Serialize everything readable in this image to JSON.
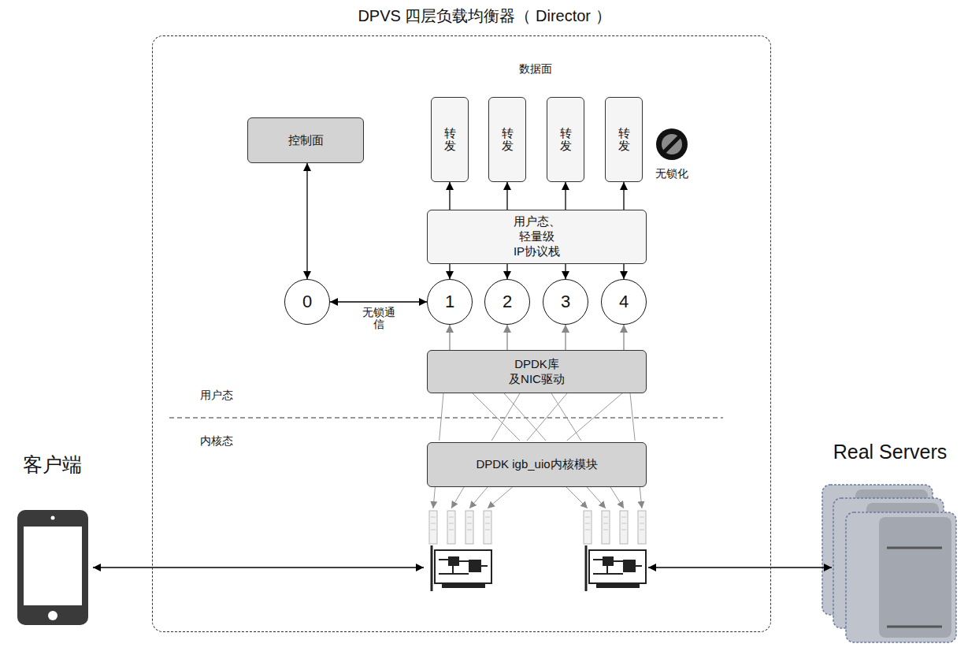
{
  "diagram": {
    "nodes": [
      {
        "text": [
          "DPVS 四层负载均衡器（ Director ）"
        ]
      },
      {
        "text": [
          "控制面"
        ],
        "in": 0
      },
      {
        "text": [
          "转发"
        ],
        "in": 0
      },
      {
        "text": [
          "转发"
        ],
        "in": 0
      },
      {
        "text": [
          "转发"
        ],
        "in": 0
      },
      {
        "text": [
          "转发"
        ],
        "in": 0
      },
      {
        "text": [
          "用户态、轻量级 IP协议栈"
        ],
        "in": 0
      },
      {
        "text": [
          "0"
        ],
        "in": 0
      },
      {
        "text": [
          "1"
        ],
        "in": 0
      },
      {
        "text": [
          "2"
        ],
        "in": 0
      },
      {
        "text": [
          "3"
        ],
        "in": 0
      },
      {
        "text": [
          "4"
        ],
        "in": 0
      },
      {
        "text": [
          "DPDK库 及NIC驱动"
        ],
        "in": 0
      },
      {
        "text": [
          "DPDK igb_uio内核模块"
        ],
        "in": 0
      }
    ],
    "edges": [
      {
        "from": 1,
        "to": 7,
        "arrow": "both"
      },
      {
        "from": 7,
        "to": 8,
        "label": "无锁通信",
        "arrow": "both"
      },
      {
        "from": 6,
        "to": 2,
        "arrow": "to"
      },
      {
        "from": 6,
        "to": 3,
        "arrow": "to"
      },
      {
        "from": 6,
        "to": 4,
        "arrow": "to"
      },
      {
        "from": 6,
        "to": 5,
        "arrow": "to"
      },
      {
        "from": 6,
        "to": 8,
        "arrow": "to"
      },
      {
        "from": 6,
        "to": 9,
        "arrow": "to"
      },
      {
        "from": 6,
        "to": 10,
        "arrow": "to"
      },
      {
        "from": 6,
        "to": 11,
        "arrow": "to"
      },
      {
        "from": 12,
        "to": 8,
        "arrow": "to"
      },
      {
        "from": 12,
        "to": 9,
        "arrow": "to"
      },
      {
        "from": 12,
        "to": 10,
        "arrow": "to"
      },
      {
        "from": 12,
        "to": 11,
        "arrow": "to"
      }
    ],
    "labels": [
      "数据面",
      "无锁化",
      "用户态",
      "内核态",
      "客户端",
      "Real Servers"
    ]
  }
}
